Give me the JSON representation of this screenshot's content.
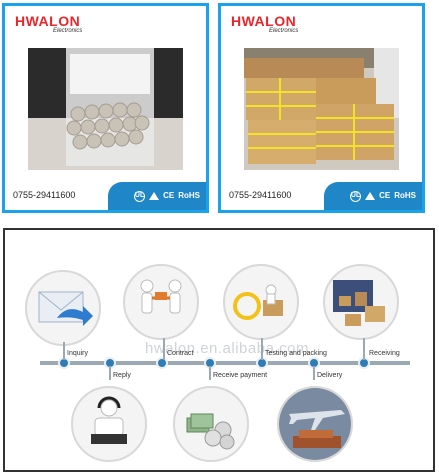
{
  "cards": [
    {
      "brand": "HWALON",
      "brand_sub": "Electronics",
      "phone": "0755-29411600",
      "cert_ul": "UL",
      "cert_ce": "CE",
      "cert_rohs": "RoHS",
      "photo_icon": "ceramic-discs-in-bag-photo"
    },
    {
      "brand": "HWALON",
      "brand_sub": "Electronics",
      "phone": "0755-29411600",
      "cert_ul": "UL",
      "cert_ce": "CE",
      "cert_rohs": "RoHS",
      "photo_icon": "packed-boxes-photo"
    }
  ],
  "process": {
    "watermark": "hwalon.en.alibaba.com",
    "steps": [
      {
        "label": "Inquiry",
        "icon": "envelope-arrow-icon"
      },
      {
        "label": "Reply",
        "icon": "customer-service-icon"
      },
      {
        "label": "Contract",
        "icon": "handshake-icon"
      },
      {
        "label": "Receive payment",
        "icon": "money-icon"
      },
      {
        "label": "Testing and packing",
        "icon": "packing-icon"
      },
      {
        "label": "Delivery",
        "icon": "airplane-ship-icon"
      },
      {
        "label": "Receiving",
        "icon": "warehouse-icon"
      }
    ]
  },
  "colors": {
    "card_border": "#1aa3e8",
    "brand_red": "#e8262b",
    "cert_bar": "#1f86c7",
    "timeline": "#9aa9b4",
    "dot": "#2f7bb5"
  }
}
